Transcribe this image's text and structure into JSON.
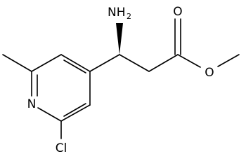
{
  "atoms": {
    "amine": {
      "symbol": "NH",
      "subscript": "2"
    },
    "carbonyl_oxygen": {
      "symbol": "O"
    },
    "ester_oxygen": {
      "symbol": "O"
    },
    "pyridine_nitrogen": {
      "symbol": "N"
    },
    "chlorine": {
      "symbol": "Cl"
    }
  },
  "colors": {
    "bond": "#000000",
    "label": "#000000",
    "background": "#ffffff"
  }
}
